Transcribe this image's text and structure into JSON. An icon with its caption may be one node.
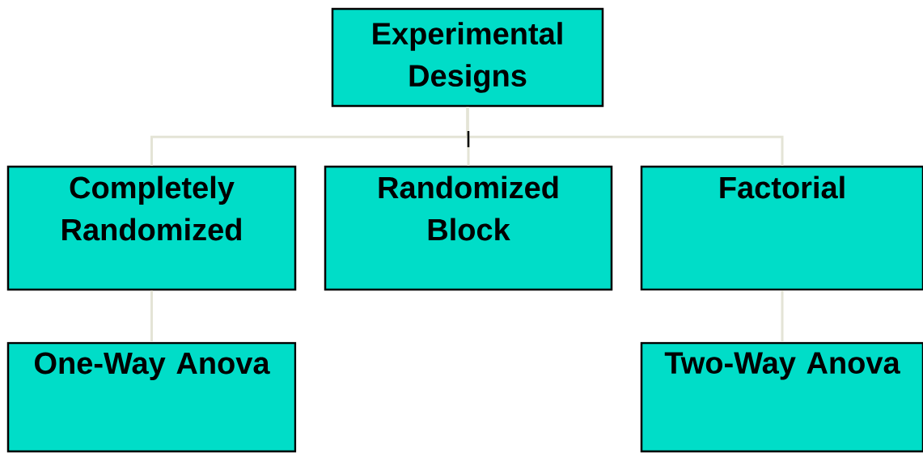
{
  "diagram": {
    "nodes": [
      {
        "text": [
          "Experimental Designs"
        ]
      },
      {
        "text": [
          "Completely Randomized"
        ]
      },
      {
        "text": [
          "Randomized Block"
        ]
      },
      {
        "text": [
          "Factorial"
        ]
      },
      {
        "text": [
          "One-Way Anova"
        ]
      },
      {
        "text": [
          "Two-Way Anova"
        ]
      }
    ],
    "edges": [
      {
        "from": 0,
        "to": 1,
        "arrow": "none"
      },
      {
        "from": 0,
        "to": 2,
        "arrow": "none"
      },
      {
        "from": 0,
        "to": 3,
        "arrow": "none"
      },
      {
        "from": 1,
        "to": 4,
        "arrow": "none"
      },
      {
        "from": 3,
        "to": 5,
        "arrow": "none"
      }
    ]
  }
}
